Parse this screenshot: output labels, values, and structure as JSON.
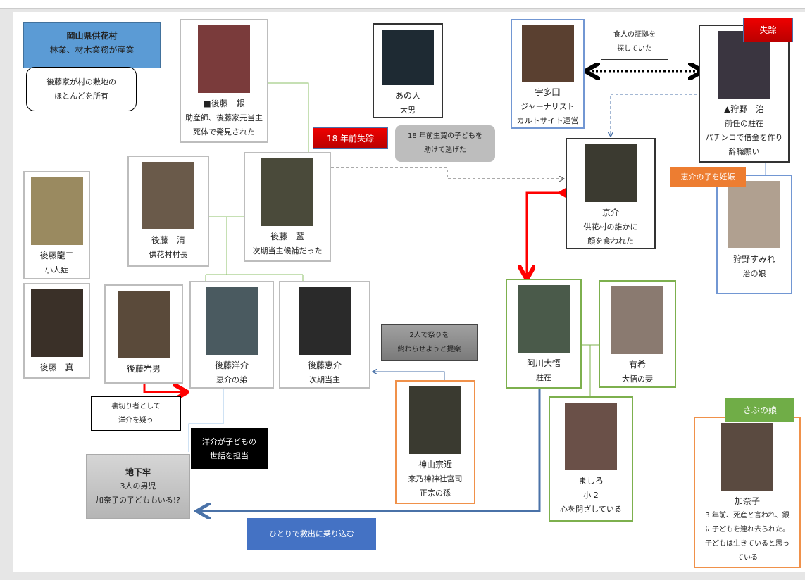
{
  "village": {
    "title": "岡山県供花村",
    "subtitle": "林業、材木業務が産業",
    "note_lines": [
      "後藤家が村の敷地の",
      "ほとんどを所有"
    ]
  },
  "characters": {
    "gin": {
      "name": "■後藤　銀",
      "desc": [
        "助産師、後藤家元当主",
        "死体で発見された"
      ]
    },
    "anohito": {
      "name": "あの人",
      "desc": [
        "大男"
      ]
    },
    "utada": {
      "name": "宇多田",
      "desc": [
        "ジャーナリスト",
        "カルトサイト運営"
      ]
    },
    "kano_osamu": {
      "name": "▲狩野　治",
      "desc": [
        "前任の駐在",
        "パチンコで借金を作り",
        "辞職願い"
      ]
    },
    "kyosuke": {
      "name": "京介",
      "desc": [
        "供花村の誰かに",
        "顔を食われた"
      ]
    },
    "sumire": {
      "name": "狩野すみれ",
      "desc": [
        "治の娘"
      ]
    },
    "ryuji": {
      "name": "後藤龍二",
      "desc": [
        "小人症"
      ]
    },
    "kiyoshi": {
      "name": "後藤　清",
      "desc": [
        "供花村村長"
      ]
    },
    "ai": {
      "name": "後藤　藍",
      "desc": [
        "次期当主候補だった"
      ]
    },
    "makoto": {
      "name": "後藤　真",
      "desc": []
    },
    "iwao": {
      "name": "後藤岩男",
      "desc": []
    },
    "yosuke": {
      "name": "後藤洋介",
      "desc": [
        "恵介の弟"
      ]
    },
    "keisuke": {
      "name": "後藤恵介",
      "desc": [
        "次期当主"
      ]
    },
    "kamiyama": {
      "name": "神山宗近",
      "desc": [
        "来乃神神社宮司",
        "正宗の孫"
      ]
    },
    "daigo": {
      "name": "阿川大悟",
      "desc": [
        "駐在"
      ]
    },
    "yuki": {
      "name": "有希",
      "desc": [
        "大悟の妻"
      ]
    },
    "mashiro": {
      "name": "ましろ",
      "desc": [
        "小 2",
        "心を閉ざしている"
      ]
    },
    "kanako": {
      "name": "加奈子",
      "desc": [
        "3 年前、死産と言われ、銀",
        "に子どもを連れ去られた。",
        "子どもは生きていると思っ",
        "ている"
      ]
    }
  },
  "labels": {
    "missing18": "18 年前失踪",
    "missing": "失踪",
    "pregnant": "恵介の子を妊娠",
    "sabu_daughter": "さぶの娘"
  },
  "callouts": {
    "escaped": [
      "18 年前生贄の子どもを",
      "助けて逃げた"
    ],
    "evidence": [
      "食人の証拠を",
      "探していた"
    ],
    "traitor": [
      "裏切り者として",
      "洋介を疑う"
    ],
    "caretaker": [
      "洋介が子どもの",
      "世話を担当"
    ],
    "festival": [
      "2人で祭りを",
      "終わらせようと提案"
    ],
    "rescue": "ひとりで救出に乗り込む"
  },
  "dungeon": {
    "title": "地下牢",
    "lines": [
      "3人の男児",
      "加奈子の子どももいる!?"
    ]
  },
  "colors": {
    "village": "#5b9bd5",
    "missing": "#d40000",
    "pregnant": "#ed7d31",
    "sabu": "#70ad47",
    "rescue": "#4472c4",
    "arrow_red": "#ff0000"
  }
}
